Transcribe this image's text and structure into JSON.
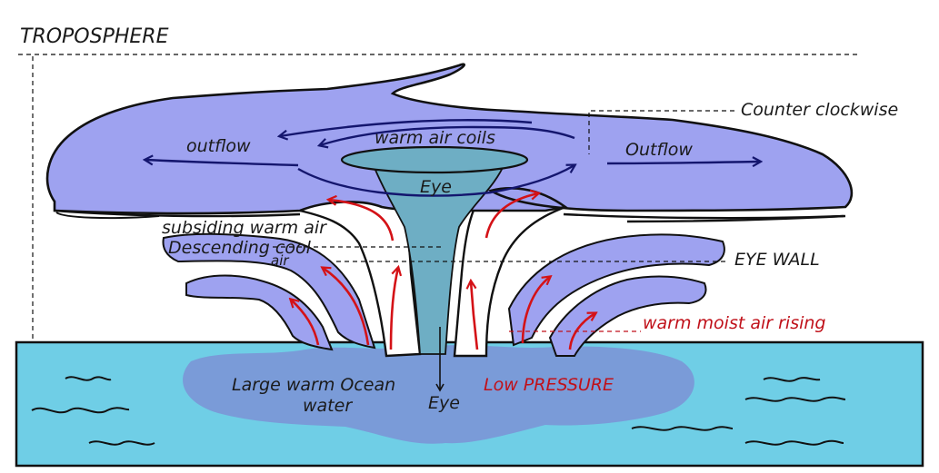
{
  "colors": {
    "cloud": "#9ea2f0",
    "cloud_light": "#b5b8f4",
    "ocean": "#6fcee6",
    "warm_water": "#7a9bd8",
    "eye": "#6eaec4",
    "outflow_arrow": "#14166e",
    "rising_arrow": "#d41217",
    "outline": "#111111"
  },
  "labels": {
    "troposphere": "TROPOSPHERE",
    "counter_clockwise": "Counter clockwise",
    "outflow_left": "outflow",
    "outflow_right": "Outflow",
    "warm_air_coils": "warm air coils",
    "eye_top": "Eye",
    "subsiding_warm_air": "subsiding warm air",
    "descending_cool_air_1": "Descending cool",
    "descending_cool_air_2": "air",
    "eye_wall": "EYE WALL",
    "warm_moist_air_rising": "warm moist air rising",
    "large_warm_ocean_1": "Large warm Ocean",
    "large_warm_ocean_2": "water",
    "eye_bottom": "Eye",
    "low_pressure": "Low PRESSURE"
  },
  "icons": {
    "outflow_arrows": "curved-arrow-icon",
    "rising_air_arrows": "upward-arrow-icon",
    "waves": "wave-icon"
  }
}
